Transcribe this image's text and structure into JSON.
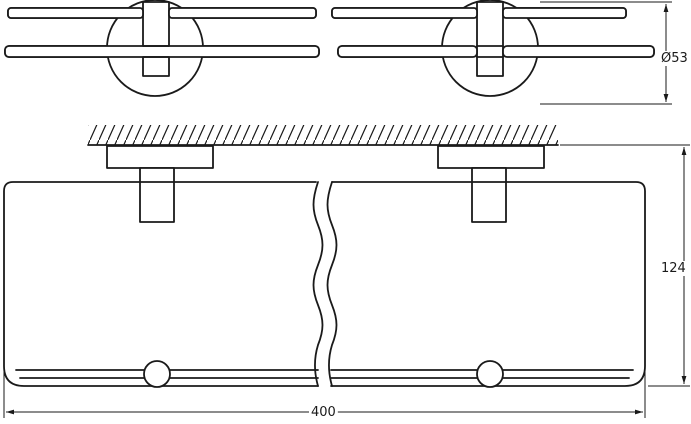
{
  "dimensions": {
    "diameter_label": "Ø53",
    "height_label": "124",
    "width_label": "400"
  }
}
